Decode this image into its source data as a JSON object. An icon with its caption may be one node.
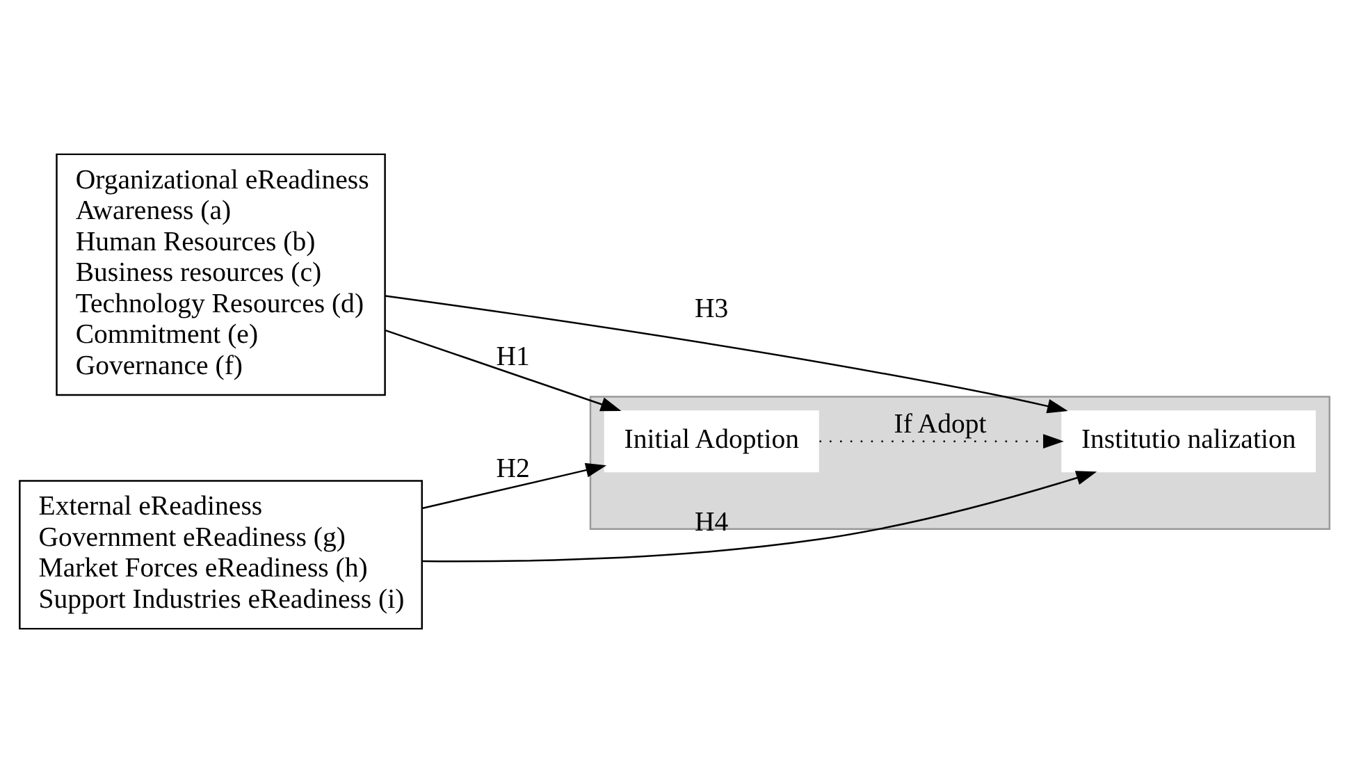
{
  "diagram": {
    "nodes": [
      {
        "text": [
          "Organizational eReadiness",
          "Awareness (a)",
          "Human Resources (b)",
          "Business resources (c)",
          "Technology Resources (d)",
          "Commitment (e)",
          "Governance (f)"
        ]
      },
      {
        "text": [
          "External eReadiness",
          "Government eReadiness (g)",
          "Market Forces eReadiness (h)",
          "Support Industries eReadiness (i)"
        ]
      },
      {
        "text": [],
        "shape": "box"
      },
      {
        "text": [
          "Initial Adoption"
        ],
        "in": 2
      },
      {
        "text": [
          "Institutio nalization"
        ],
        "in": 2
      }
    ],
    "edges": [
      {
        "from": 0,
        "to": 4,
        "arrow": "to",
        "label": "H3"
      },
      {
        "from": 0,
        "to": 3,
        "arrow": "to",
        "label": "H1"
      },
      {
        "from": 3,
        "to": 4,
        "arrow": "to",
        "label": "If Adopt",
        "style": "dashed"
      },
      {
        "from": 1,
        "to": 3,
        "arrow": "to",
        "label": "H2"
      },
      {
        "from": 1,
        "to": 4,
        "arrow": "to",
        "label": "H4"
      }
    ]
  }
}
